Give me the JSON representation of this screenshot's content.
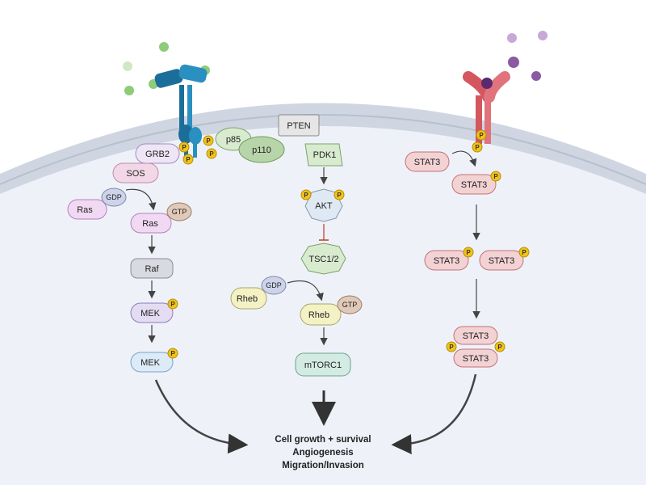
{
  "labels": {
    "pten": "PTEN",
    "pdk1": "PDK1",
    "akt": "AKT",
    "tsc": "TSC1/2",
    "rheb_left": "Rheb",
    "rheb_right": "Rheb",
    "gdp_left": "GDP",
    "gtp_right": "GTP",
    "mtorc1": "mTORC1",
    "grb2": "GRB2",
    "sos": "SOS",
    "ras_left": "Ras",
    "ras_right": "Ras",
    "gdp_ras": "GDP",
    "gtp_ras": "GTP",
    "raf": "Raf",
    "mek1": "MEK",
    "mek2": "MEK",
    "p85": "p85",
    "p110": "p110",
    "stat3_a": "STAT3",
    "stat3_b": "STAT3",
    "stat3_c": "STAT3",
    "stat3_d": "STAT3",
    "stat3_e": "STAT3",
    "stat3_f": "STAT3",
    "phospho": "P"
  },
  "outcome": {
    "line1": "Cell growth + survival",
    "line2": "Angiogenesis",
    "line3": "Migration/Invasion"
  },
  "colors": {
    "cytoplasm": "#eef2f8",
    "membrane": "#c9d0dc",
    "receptor_left": "#1c6e9a",
    "receptor_right": "#d4565f",
    "ligand_green": "#8ecb7a",
    "ligand_purple": "#8b5aa3",
    "phospho": "#f2c216"
  }
}
